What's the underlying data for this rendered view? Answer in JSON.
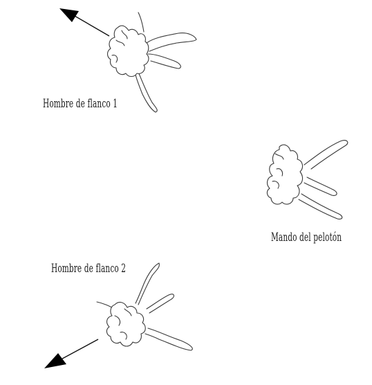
{
  "labels": {
    "flank_man_1": "Hombre de flanco 1",
    "squad_leader": "Mando del pelotón",
    "flank_man_2": "Hombre de flanco 2"
  },
  "figures": [
    {
      "role": "flank_man_1",
      "has_direction_arrow": true,
      "arrow_direction": "up-left"
    },
    {
      "role": "squad_leader",
      "has_direction_arrow": false
    },
    {
      "role": "flank_man_2",
      "has_direction_arrow": true,
      "arrow_direction": "down-left"
    }
  ],
  "colors": {
    "outline": "#3a3a3a",
    "arrow": "#000000",
    "text": "#1a1a1a",
    "background": "#ffffff"
  }
}
